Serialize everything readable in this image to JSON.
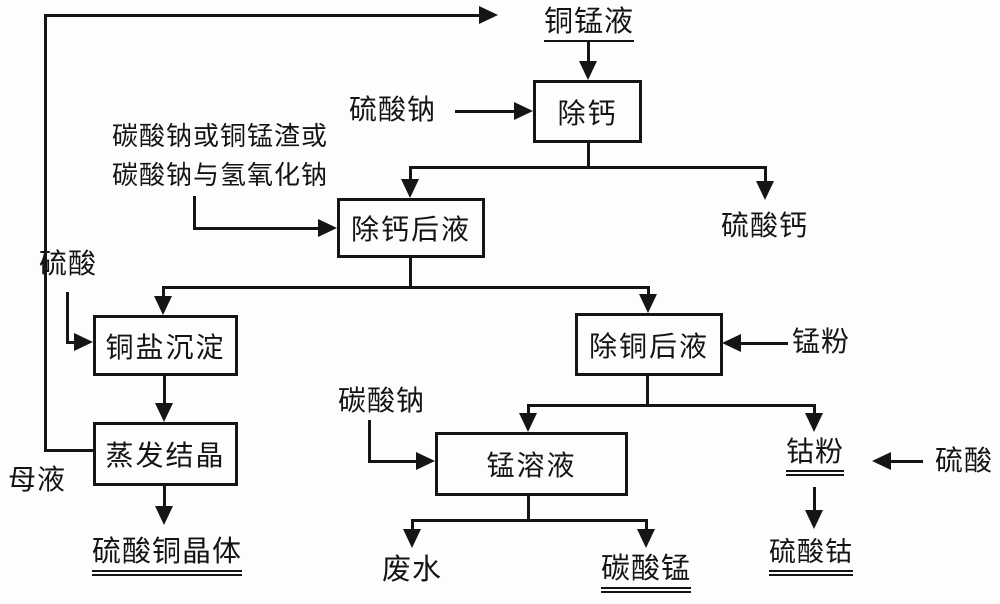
{
  "diagram": {
    "title_note": "copper-manganese solution treatment flowchart",
    "colors": {
      "line": "#151515",
      "background": "#fdfdfc",
      "text": "#141414"
    },
    "boxes": {
      "remove_calcium": "除钙",
      "after_calcium_removal": "除钙后液",
      "copper_salt_precipitation": "铜盐沉淀",
      "evaporation_crystallization": "蒸发结晶",
      "after_copper_removal": "除铜后液",
      "manganese_solution": "锰溶液"
    },
    "labels": {
      "copper_manganese_liquid": "铜锰液",
      "sodium_sulfate": "硫酸钠",
      "reagent_line1": "碳酸钠或铜锰渣或",
      "reagent_line2": "碳酸钠与氢氧化钠",
      "calcium_sulfate": "硫酸钙",
      "sulfuric_acid_left": "硫酸",
      "manganese_powder": "锰粉",
      "sodium_carbonate": "碳酸钠",
      "mother_liquor": "母液",
      "copper_sulfate_crystal": "硫酸铜晶体",
      "waste_water": "废水",
      "manganese_carbonate": "碳酸锰",
      "cobalt_powder": "钴粉",
      "sulfuric_acid_right": "硫酸",
      "cobalt_sulfate": "硫酸钴"
    }
  }
}
